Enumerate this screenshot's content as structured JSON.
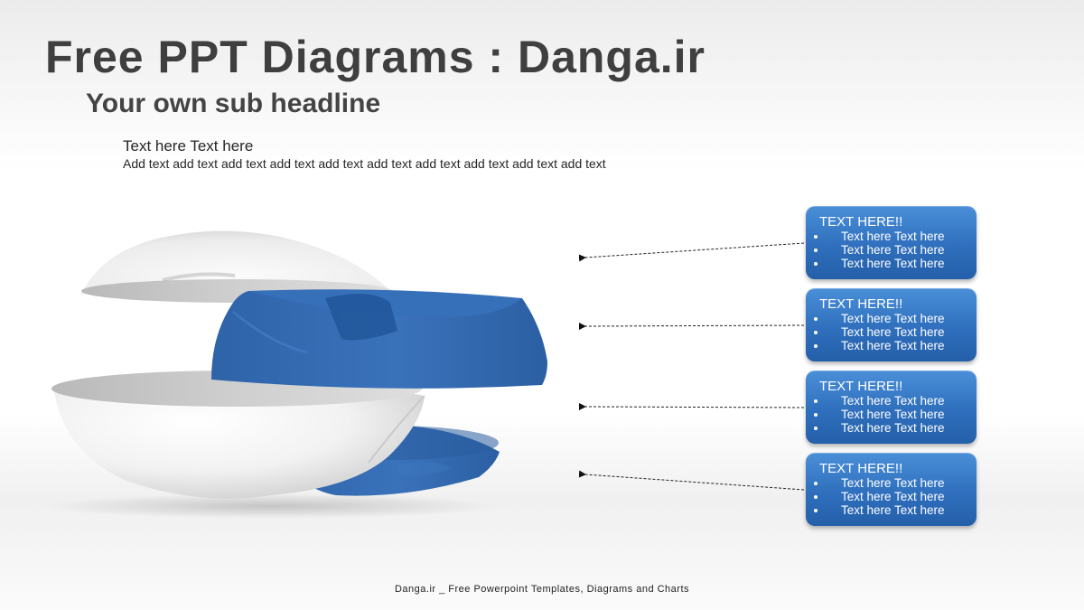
{
  "slide": {
    "title": "Free PPT Diagrams : Danga.ir",
    "subtitle": "Your own sub headline",
    "lead_title": "Text here Text here",
    "lead_text": "Add text add text add text add text add text add text add text add text add text add text"
  },
  "colors": {
    "accent_blue": "#2f6fbd",
    "sphere_white": "#f4f4f4",
    "title_gray": "#3f3f3f"
  },
  "callouts": [
    {
      "title": "TEXT HERE!!",
      "items": [
        "Text here Text here",
        "Text here Text here",
        "Text here Text here"
      ]
    },
    {
      "title": "TEXT HERE!!",
      "items": [
        "Text here Text here",
        "Text here Text here",
        "Text here Text here"
      ]
    },
    {
      "title": "TEXT HERE!!",
      "items": [
        "Text here Text here",
        "Text here Text here",
        "Text here Text here"
      ]
    },
    {
      "title": "TEXT HERE!!",
      "items": [
        "Text here Text here",
        "Text here Text here",
        "Text here Text here"
      ]
    }
  ],
  "footer": "Danga.ir _ Free Powerpoint Templates, Diagrams and Charts"
}
